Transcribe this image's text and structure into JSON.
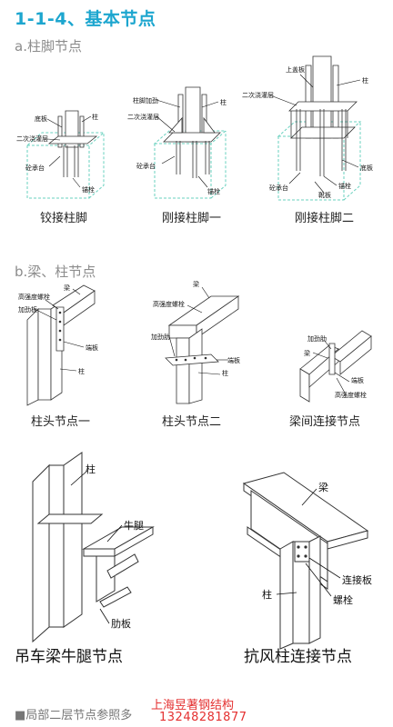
{
  "title": "1-1-4、基本节点",
  "section_a": {
    "heading": "a.柱脚节点",
    "fig1": {
      "caption": "铰接柱脚",
      "labels": {
        "plate": "底板",
        "grout": "二次浇灌层",
        "col": "柱",
        "support": "砼承台",
        "anchor": "锚栓"
      }
    },
    "fig2": {
      "caption": "刚接柱脚一",
      "labels": {
        "stiff": "柱脚加劲",
        "grout": "二次浇灌层",
        "col": "柱",
        "support": "砼承台",
        "anchor": "锚栓"
      }
    },
    "fig3": {
      "caption": "刚接柱脚二",
      "labels": {
        "top": "上盖板",
        "grout": "二次浇灌层",
        "col": "柱",
        "support": "砼承台",
        "base": "底板",
        "anchor": "锚栓",
        "boot": "靴板"
      }
    }
  },
  "section_b": {
    "heading": "b.梁、柱节点",
    "fig1": {
      "caption": "柱头节点一",
      "labels": {
        "bolt": "高强度螺栓",
        "stiff": "加劲板",
        "beam": "梁",
        "endplate": "端板",
        "col": "柱"
      }
    },
    "fig2": {
      "caption": "柱头节点二",
      "labels": {
        "beam": "梁",
        "bolt": "高强度螺栓",
        "stiff": "加劲肋",
        "endplate": "端板",
        "col": "柱"
      }
    },
    "fig3": {
      "caption": "梁间连接节点",
      "labels": {
        "stiff": "加劲肋",
        "beam": "梁",
        "endplate": "端板",
        "bolt": "高强度螺栓"
      }
    }
  },
  "section_c": {
    "fig1": {
      "caption": "吊车梁牛腿节点",
      "labels": {
        "col": "柱",
        "bracket": "牛腿",
        "rib": "肋板"
      }
    },
    "fig2": {
      "caption": "抗风柱连接节点",
      "labels": {
        "beam": "梁",
        "conn": "连接板",
        "bolt": "螺栓",
        "col": "柱"
      }
    }
  },
  "footer": "■局部二层节点参照多",
  "watermark": {
    "line1": "上海昱著钢结构",
    "line2": "13248281877"
  },
  "colors": {
    "accent": "#1da6cf",
    "concrete": "#6ad1bf",
    "watermark": "#e43030"
  }
}
